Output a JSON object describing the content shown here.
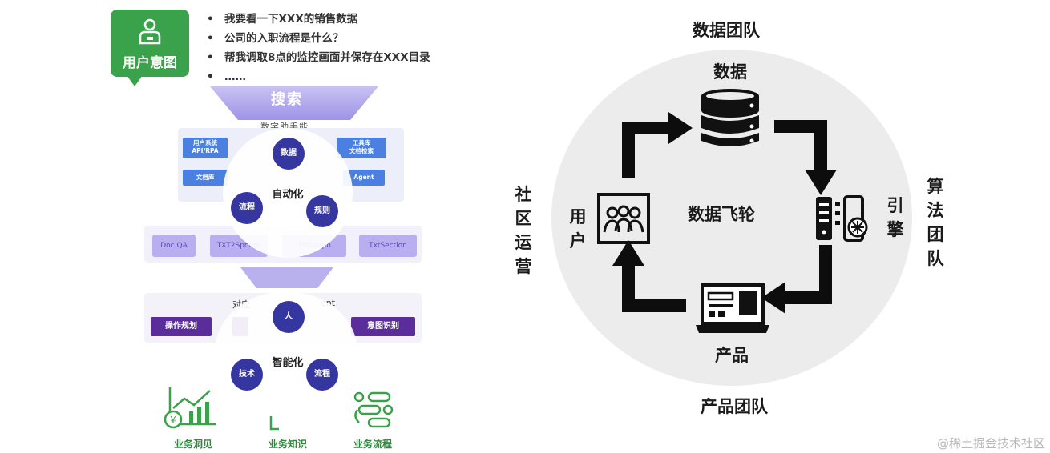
{
  "left": {
    "intent_label": "用户意图",
    "bullets": [
      "我要看一下XXX的销售数据",
      "公司的入职流程是什么？",
      "帮我调取8点的监控画面并保存在XXX目录",
      "……"
    ],
    "search_label": "搜索",
    "capabilities_label": "数字助手能",
    "top_boxes": [
      "用户系统\nAPI/RPA",
      "工具库\n文档检索",
      "文档库",
      "Agent"
    ],
    "automation_hub": "自动化",
    "automation_nodes": [
      "数据",
      "流程",
      "规则"
    ],
    "lav_boxes": [
      "Doc QA",
      "TXT2Sphere",
      "TxtGraph",
      "TxtSection"
    ],
    "agent_row_label": "对应",
    "agent_row_label_tail": "ent",
    "purple_boxes": [
      "操作规划",
      "",
      "意图识别"
    ],
    "intel_hub": "智能化",
    "intel_nodes": [
      "人",
      "技术",
      "流程"
    ],
    "bottom_items": [
      "业务洞见",
      "业务知识",
      "业务流程"
    ]
  },
  "right": {
    "top_team": "数据团队",
    "data_label": "数据",
    "center_label": "数据飞轮",
    "user_label": "用户",
    "engine_label": "引擎",
    "product_label": "产品",
    "bottom_team": "产品团队",
    "left_team": "社区运营",
    "right_team": "算法团队"
  },
  "watermark": "@稀土掘金技术社区",
  "colors": {
    "green": "#3aa24a",
    "navy": "#3536a0",
    "blue": "#4b7fe0",
    "purple": "#5b2d9a",
    "lavender": "#b9aff0",
    "circle": "#ececec"
  }
}
